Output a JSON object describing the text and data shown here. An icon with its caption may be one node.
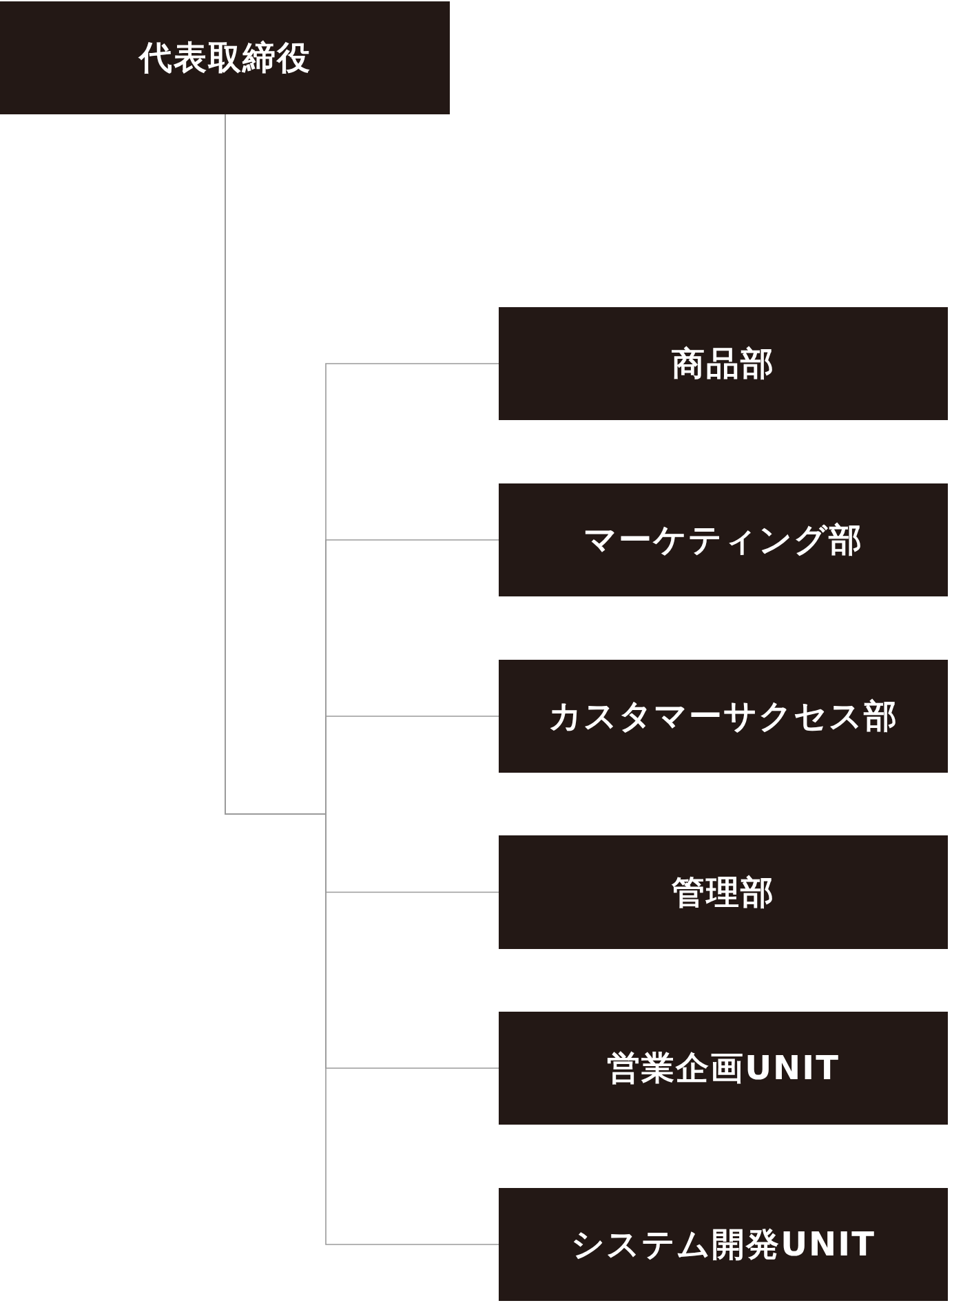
{
  "diagram": {
    "nodes": [
      {
        "text": [
          "代表取締役"
        ]
      },
      {
        "text": [
          "商品部"
        ]
      },
      {
        "text": [
          "マーケティング部"
        ]
      },
      {
        "text": [
          "カスタマーサクセス部"
        ]
      },
      {
        "text": [
          "管理部"
        ]
      },
      {
        "text": [
          "営業企画UNIT"
        ]
      },
      {
        "text": [
          "システム開発UNIT"
        ]
      }
    ],
    "edges": [
      {
        "from": 0,
        "to": 1,
        "arrow": "none"
      },
      {
        "from": 0,
        "to": 2,
        "arrow": "none"
      },
      {
        "from": 0,
        "to": 3,
        "arrow": "none"
      },
      {
        "from": 0,
        "to": 4,
        "arrow": "none"
      },
      {
        "from": 0,
        "to": 5,
        "arrow": "none"
      },
      {
        "from": 0,
        "to": 6,
        "arrow": "none"
      }
    ]
  }
}
